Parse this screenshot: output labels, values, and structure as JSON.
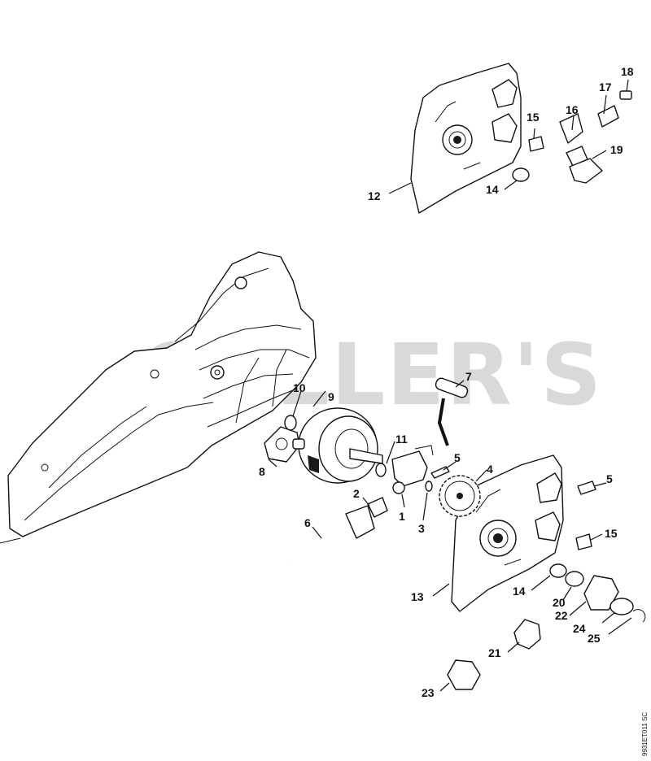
{
  "watermark": "COLLER'S",
  "drawing_code": "9931ET011 SC",
  "callouts": [
    "1",
    "2",
    "3",
    "4",
    "5",
    "5",
    "6",
    "7",
    "8",
    "9",
    "10",
    "11",
    "12",
    "13",
    "14",
    "14",
    "15",
    "15",
    "16",
    "17",
    "18",
    "19",
    "20",
    "21",
    "22",
    "23",
    "24",
    "25"
  ],
  "colors": {
    "line": "#111111",
    "watermark": "#d9d9d9",
    "background": "#ffffff"
  }
}
